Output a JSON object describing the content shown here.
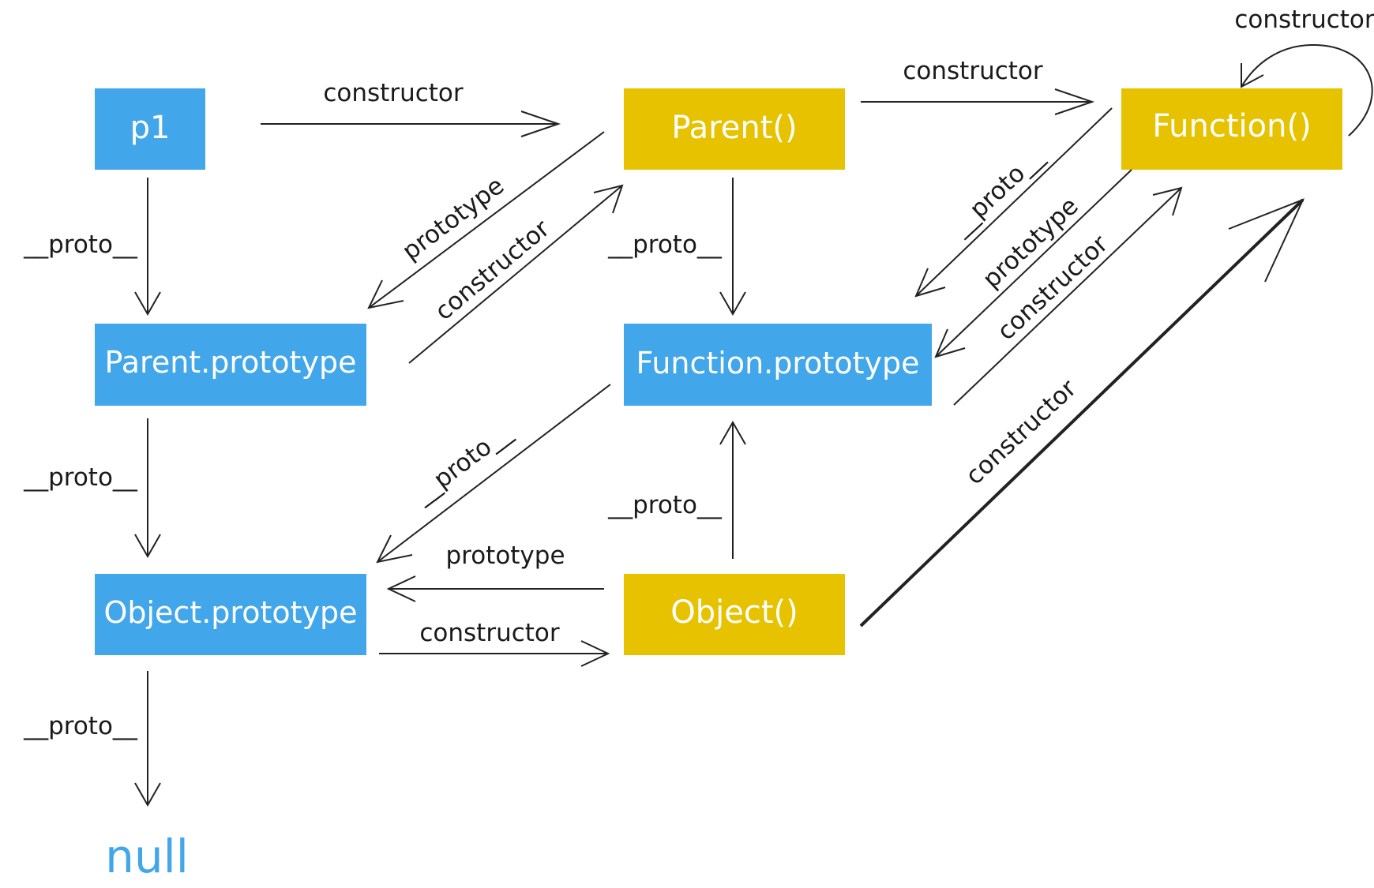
{
  "colors": {
    "instance_node": "#41a6ea",
    "function_node": "#e6c200",
    "node_text": "#ffffff",
    "edge": "#222222",
    "null_text": "#41a6ea"
  },
  "nodes": {
    "p1": "p1",
    "parent_fn": "Parent()",
    "function_fn": "Function()",
    "parent_prototype": "Parent.prototype",
    "function_prototype": "Function.prototype",
    "object_prototype": "Object.prototype",
    "object_fn": "Object()",
    "null": "null"
  },
  "edges": {
    "p1_to_parent_constructor": "constructor",
    "parent_to_function_constructor": "constructor",
    "function_self_constructor": "constructor",
    "p1_proto": "__proto__",
    "parent_fn_proto": "__proto__",
    "parent_prototype_proto": "__proto__",
    "object_prototype_proto": "__proto__",
    "parent_prototype_link": "prototype",
    "parent_prototype_constructor": "constructor",
    "function_fn_proto": "__proto__",
    "function_prototype_link": "prototype",
    "function_prototype_constructor": "constructor",
    "function_prototype_proto": "__proto__",
    "object_fn_proto": "__proto__",
    "object_prototype_link": "prototype",
    "object_prototype_constructor": "constructor",
    "object_to_function_constructor": "constructor"
  }
}
